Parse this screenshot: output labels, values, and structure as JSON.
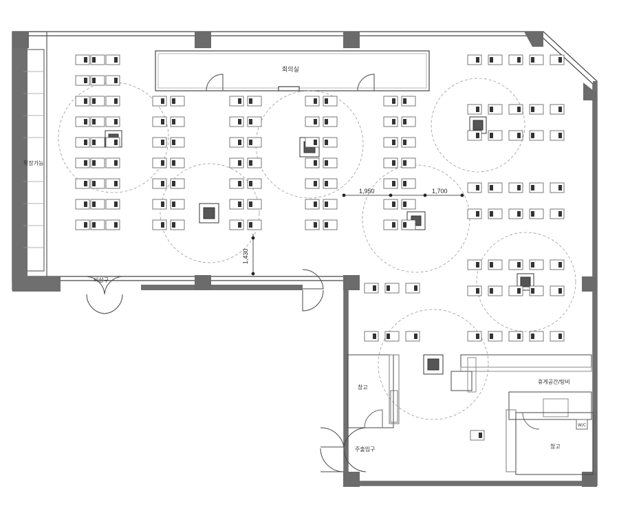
{
  "colors": {
    "wall": "#6f6f6f",
    "line": "#444444",
    "desk": "#555555",
    "circle": "#999999",
    "column": "#6b6b6b"
  },
  "labels": {
    "meeting_room": "회의실",
    "left_strip": "확장가능",
    "entrance_left": "비상구",
    "storage_left": "창고",
    "main_entrance": "주출입구",
    "pantry": "휴게공간/탕비",
    "storage_right": "창고",
    "small_box": "W/C"
  },
  "dimensions": {
    "d1": "1,950",
    "d2": "1,700",
    "d3": "1,430"
  },
  "icons": [
    "ceiling-ac-unit-icon",
    "door-swing-icon",
    "workstation-chair-icon"
  ]
}
